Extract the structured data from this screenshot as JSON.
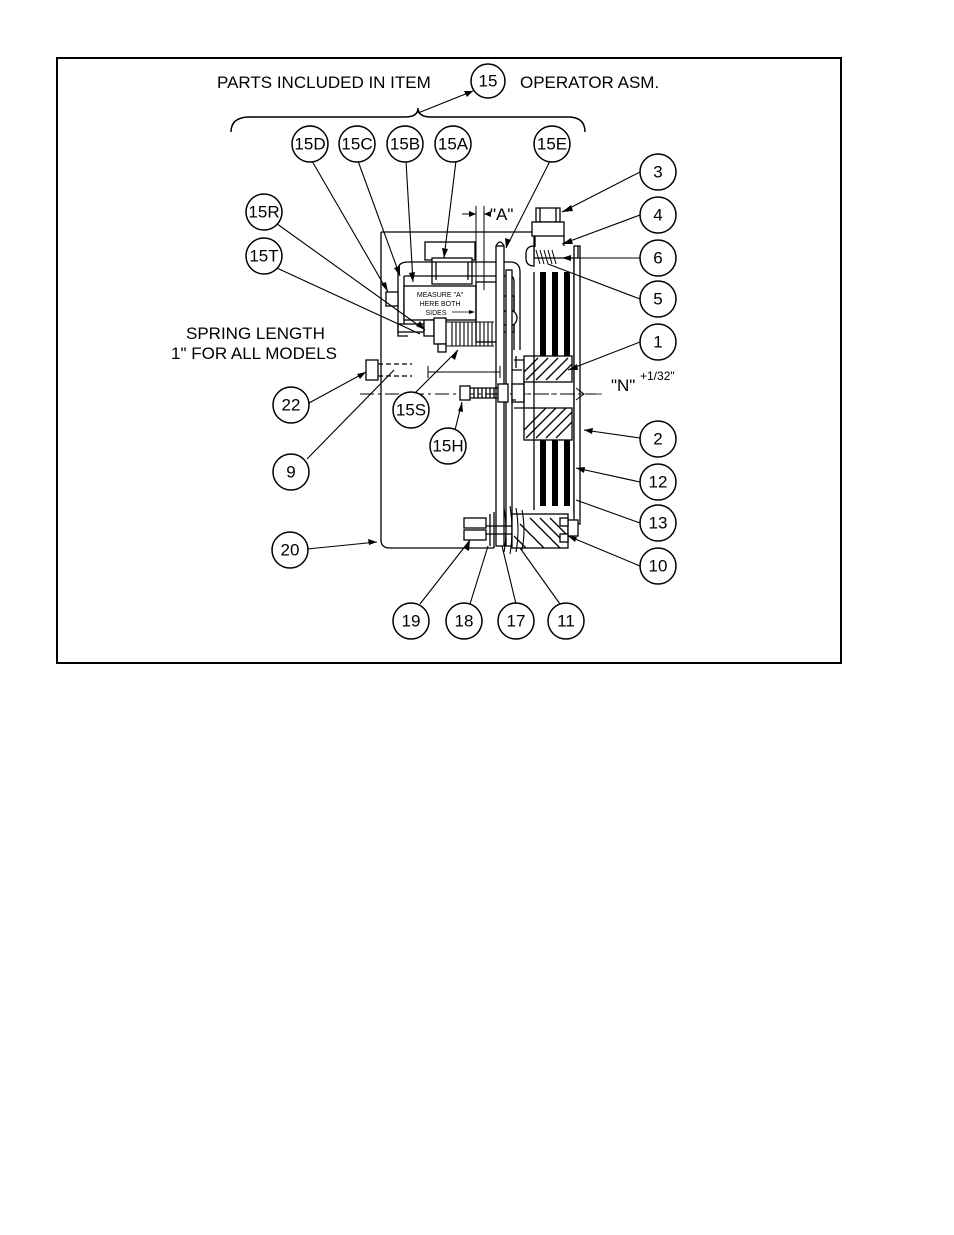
{
  "header": {
    "prefix": "PARTS INCLUDED IN ITEM",
    "item": "15",
    "suffix": "OPERATOR ASM."
  },
  "dimension_a": "\"A\"",
  "measure_note": {
    "line1": "MEASURE \"A\"",
    "line2": "HERE BOTH",
    "line3": "SIDES"
  },
  "spring_note": {
    "line1": "SPRING LENGTH",
    "line2": "1\" FOR ALL MODELS"
  },
  "dimension_n": {
    "label": "\"N\"",
    "tolerance": "+1/32\""
  },
  "callouts": {
    "c15D": "15D",
    "c15C": "15C",
    "c15B": "15B",
    "c15A": "15A",
    "c15E": "15E",
    "c15R": "15R",
    "c15T": "15T",
    "c15S": "15S",
    "c15H": "15H",
    "c22": "22",
    "c9": "9",
    "c20": "20",
    "c3": "3",
    "c4": "4",
    "c6": "6",
    "c5": "5",
    "c1": "1",
    "c2": "2",
    "c12": "12",
    "c13": "13",
    "c10": "10",
    "c19": "19",
    "c18": "18",
    "c17": "17",
    "c11": "11"
  }
}
